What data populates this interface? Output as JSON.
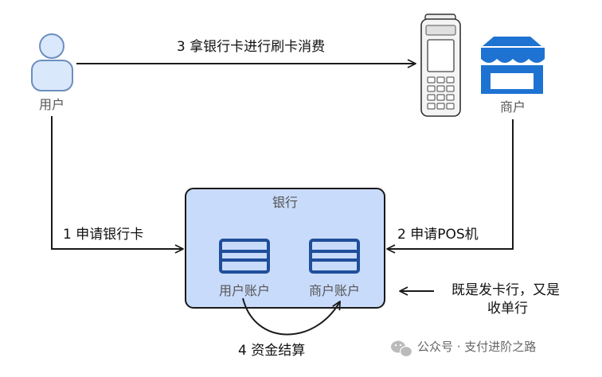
{
  "nodes": {
    "user_label": "用户",
    "merchant_label": "商户",
    "bank_title": "银行",
    "user_account_label": "用户账户",
    "merchant_account_label": "商户账户"
  },
  "edges": {
    "step1": "1 申请银行卡",
    "step2": "2 申请POS机",
    "step3": "3 拿银行卡进行刷卡消费",
    "step4": "4 资金结算"
  },
  "annotation": {
    "line1": "既是发卡行，又是",
    "line2": "收单行"
  },
  "watermark": {
    "text": "公众号 · 支付进阶之路"
  },
  "colors": {
    "line": "#1a1a1a",
    "person_fill": "#dae8fc",
    "person_stroke": "#6c8ebf",
    "bank_fill": "#c9dbfb",
    "bank_stroke": "#1a1a1a",
    "card_icon": "#1f4e9a",
    "store_blue": "#1e73d2"
  }
}
